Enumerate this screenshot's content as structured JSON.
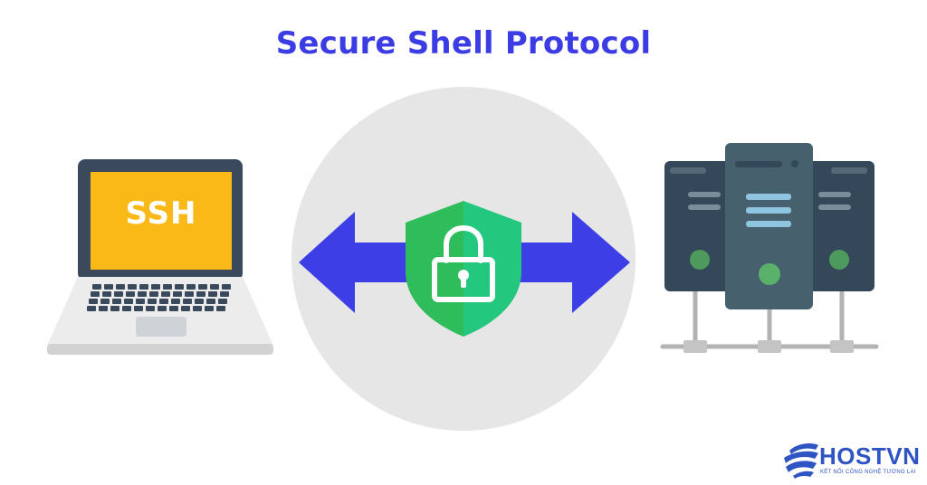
{
  "title": "Secure Shell Protocol",
  "client": {
    "screen_label": "SSH"
  },
  "brand": {
    "name": "HOSTVN",
    "tagline": "KẾT NỐI CÔNG NGHỆ TƯƠNG LAI"
  },
  "colors": {
    "title": "#3b3ce3",
    "arrow": "#3d3ee6",
    "circle": "#e6e6e6",
    "shield_left": "#2fbd5b",
    "shield_right": "#23c77e",
    "screen": "#fbb917",
    "laptop_body": "#ececec",
    "server_dark": "#34485a",
    "server_mid": "#46606e",
    "server_led": "#4e9a5d",
    "brand": "#2f54c4"
  },
  "icons": [
    "laptop-icon",
    "server-icon",
    "shield-lock-icon",
    "double-arrow-icon",
    "globe-logo-icon"
  ]
}
